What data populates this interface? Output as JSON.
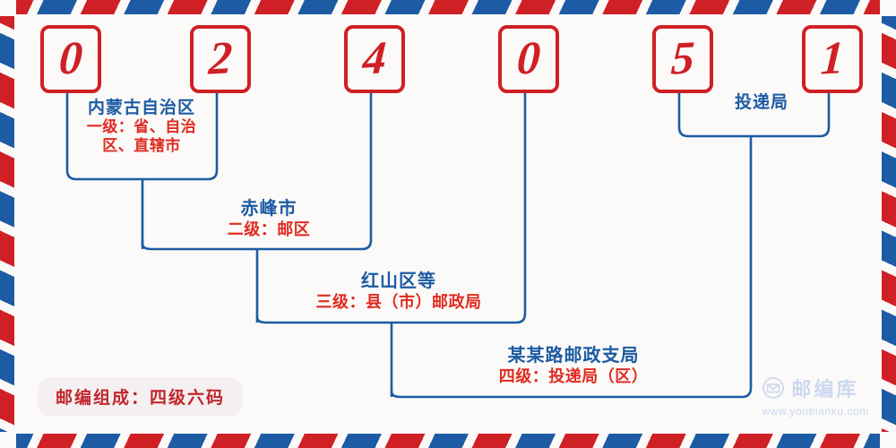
{
  "postcode": {
    "digits": [
      "0",
      "2",
      "4",
      "0",
      "5",
      "1"
    ]
  },
  "levels": {
    "level1": {
      "title": "内蒙古自治区",
      "sub": "一级：省、自治区、直辖市"
    },
    "level2": {
      "title": "赤峰市",
      "sub": "二级：邮区"
    },
    "level3": {
      "title": "红山区等",
      "sub": "三级：县（市）邮政局"
    },
    "level4": {
      "title": "某某路邮政支局",
      "sub": "四级：投递局（区）"
    },
    "delivery": {
      "title": "投递局"
    }
  },
  "badge": {
    "label": "邮编组成：四级六码"
  },
  "watermark": {
    "brand": "邮编库",
    "url": "www.youbianku.com",
    "icon": "envelope-circle-icon"
  },
  "colors": {
    "red": "#cf2026",
    "blue": "#1d5ba4",
    "sub_red": "#e02b20",
    "paper": "#fbfaf8",
    "watermark": "#ccd8ef"
  }
}
